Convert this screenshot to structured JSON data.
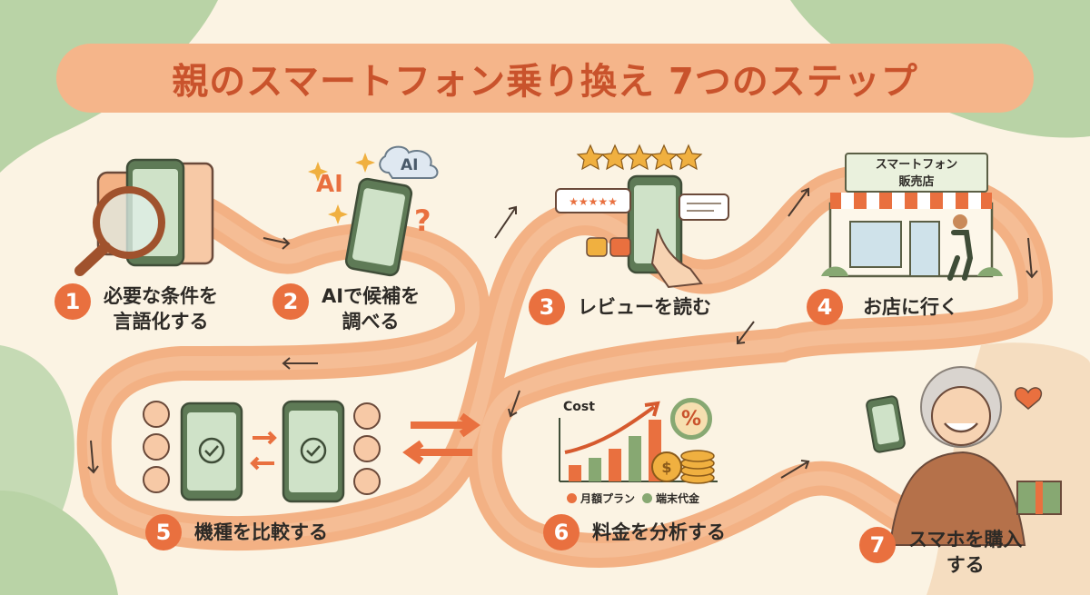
{
  "title": "親のスマートフォン乗り換え 7つのステップ",
  "steps": [
    {
      "number": "1",
      "label": "必要な条件を\n言語化する"
    },
    {
      "number": "2",
      "label": "AIで候補を\n調べる"
    },
    {
      "number": "3",
      "label": "レビューを読む"
    },
    {
      "number": "4",
      "label": "お店に行く"
    },
    {
      "number": "5",
      "label": "機種を比較する"
    },
    {
      "number": "6",
      "label": "料金を分析する"
    },
    {
      "number": "7",
      "label": "スマホを購入\nする"
    }
  ],
  "ai_labels": {
    "left": "AI",
    "cloud": "AI",
    "question": "?"
  },
  "store_sign": "スマートフォン\n販売店",
  "cost_chart": {
    "label": "Cost",
    "percent_icon": "%",
    "legend": [
      {
        "name": "月額プラン",
        "color": "#e9703f"
      },
      {
        "name": "端末代金",
        "color": "#87a872"
      }
    ]
  },
  "colors": {
    "accent": "#e9703f",
    "path": "#f3b184",
    "green": "#87a872",
    "title_text": "#c9532c"
  }
}
